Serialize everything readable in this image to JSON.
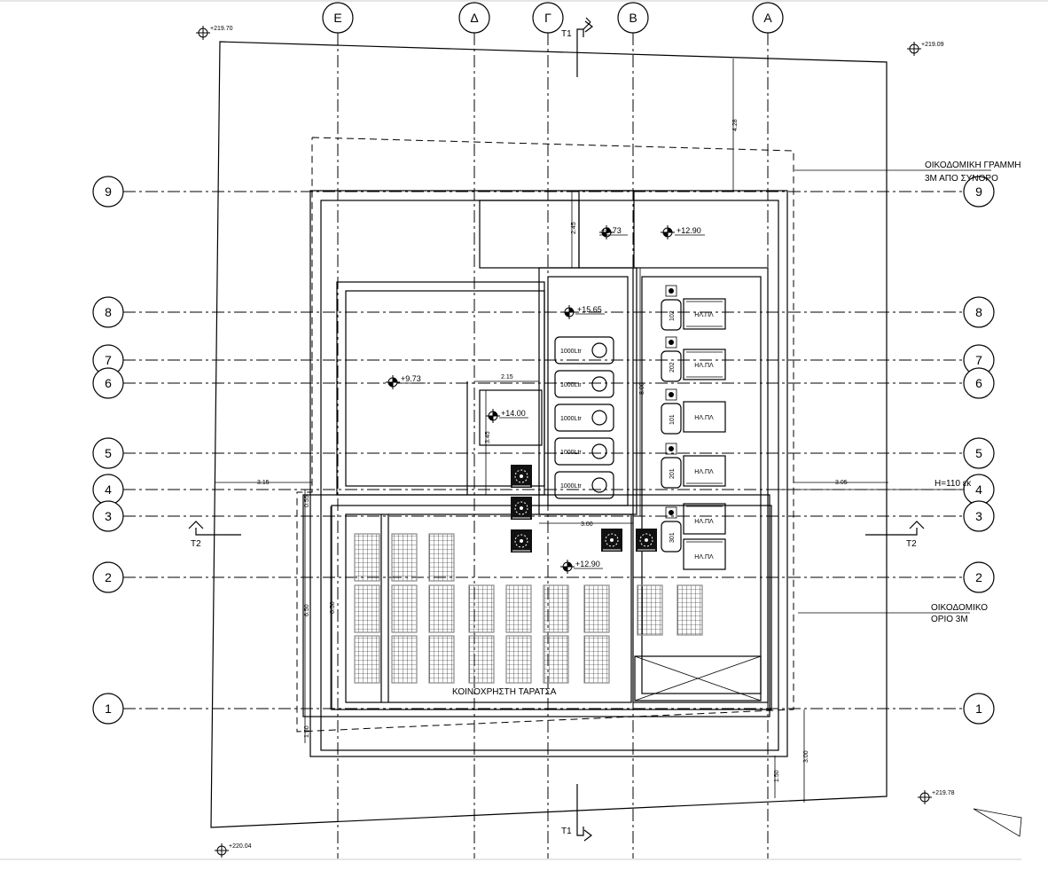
{
  "grid": {
    "columns": [
      "Ε",
      "Δ",
      "Γ",
      "Β",
      "Α"
    ],
    "rows": [
      "9",
      "8",
      "7",
      "6",
      "5",
      "4",
      "3",
      "2",
      "1"
    ]
  },
  "plot_elevations": [
    "+219.70",
    "+219.09",
    "+219.78",
    "+220.04"
  ],
  "levels": {
    "l973a": "+9.73",
    "l1290a": "+12.90",
    "l1565": "+15.65",
    "l973b": "+9.73",
    "l1400": "+14.00",
    "l1290b": "+12.90"
  },
  "dimensions": {
    "d428": "4.28",
    "d245": "2.45",
    "d215": "2.15",
    "d345": "3.45",
    "d800": "8.00",
    "d300a": "3.00",
    "d315": "3.15",
    "d305": "3.05",
    "d055": "0.55",
    "d650a": "6.50",
    "d650b": "6.50",
    "d150a": "1.50",
    "d150b": "1.50",
    "d300b": "3.00"
  },
  "tanks": [
    "1000Ltr",
    "1000Ltr",
    "1000Ltr",
    "1000Ltr",
    "1000Ltr"
  ],
  "meters": [
    "102",
    "202",
    "101",
    "201",
    "301"
  ],
  "panels": [
    "ΗΛ.ΠΛ",
    "ΗΛ.ΠΛ",
    "ΗΛ.ΠΛ",
    "ΗΛ.ΠΛ",
    "ΗΛ.ΠΛ",
    "ΗΛ.ΠΛ"
  ],
  "notes": {
    "building_line_1": "ΟΙΚΟΔΟΜΙΚΗ ΓΡΑΜΜΗ",
    "building_line_2": "3Μ ΑΠΟ ΣΥΝΟΡΟ",
    "building_limit_1": "ΟΙΚΟΔΟΜΙΚΟ",
    "building_limit_2": "ΟΡΙΟ 3Μ",
    "height": "Η=110 εκ",
    "terrace": "ΚΟΙΝΟΧΡΗΣΤΗ ΤΑΡΑΤΣΑ"
  },
  "sections": {
    "t1": "T1",
    "t2": "T2"
  }
}
